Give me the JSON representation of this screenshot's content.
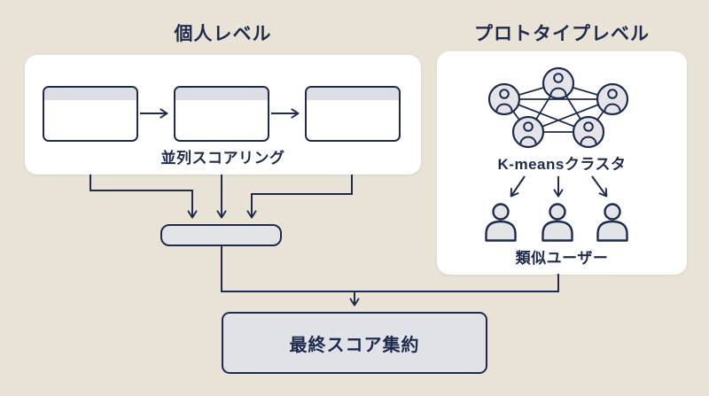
{
  "diagram": {
    "type": "flow-diagram",
    "individual_section": {
      "title": "個人レベル",
      "pipeline_label": "並列スコアリング",
      "card_count": 3
    },
    "prototype_section": {
      "title": "プロトタイプレベル",
      "cluster_label": "K-meansクラスタ",
      "cluster_node_count": 5,
      "users_label": "類似ユーザー",
      "user_icon_count": 3
    },
    "final_box": {
      "label": "最終スコア集約"
    },
    "icons": {
      "kmeans_cluster": "network-of-user-avatars",
      "similar_users": "person-silhouette"
    },
    "colors": {
      "background": "#e8e3d6",
      "ink_navy": "#1f2b4d",
      "panel_white": "#ffffff",
      "card_header_gray": "#dcdee4",
      "shape_fill_gray": "#e3e4e8"
    }
  }
}
